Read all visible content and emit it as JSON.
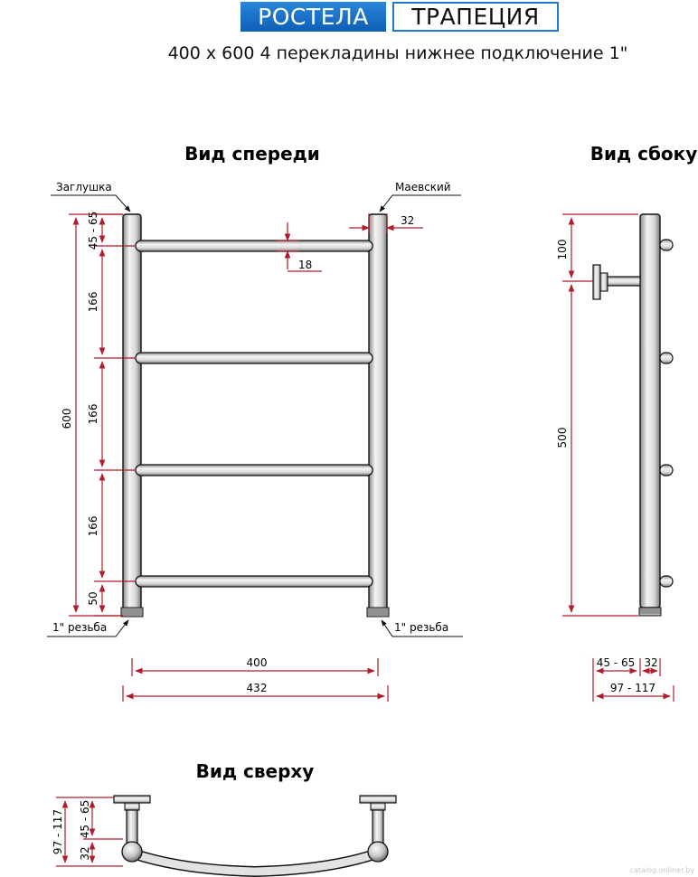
{
  "header": {
    "brand": "РОСТЕЛА",
    "model": "ТРАПЕЦИЯ",
    "subtitle": "400 х 600 4 перекладины нижнее подключение 1\""
  },
  "views": {
    "front": "Вид спереди",
    "side": "Вид сбоку",
    "top": "Вид сверху"
  },
  "callouts": {
    "plug": "Заглушка",
    "mayevsky": "Маевский",
    "thread_left": "1\" резьба",
    "thread_right": "1\" резьба"
  },
  "dimensions": {
    "pipe_diameter": "32",
    "rung_diameter": "18",
    "total_height": "600",
    "top_offset": "45 - 65",
    "rung_spacing_1": "166",
    "rung_spacing_2": "166",
    "rung_spacing_3": "166",
    "bottom_offset": "50",
    "axis_width": "400",
    "total_width": "432",
    "side_top": "100",
    "side_mount": "500",
    "side_offset": "45 - 65",
    "side_pipe": "32",
    "side_depth": "97 - 117",
    "top_depth": "97 - 117",
    "top_pipe": "32"
  },
  "watermark": "catalog.onliner.by",
  "colors": {
    "brand_blue": "#1470c8",
    "dimension_red": "#b01c2a",
    "pipe_light": "#f2f2f2",
    "pipe_dark": "#8a8a8a"
  }
}
